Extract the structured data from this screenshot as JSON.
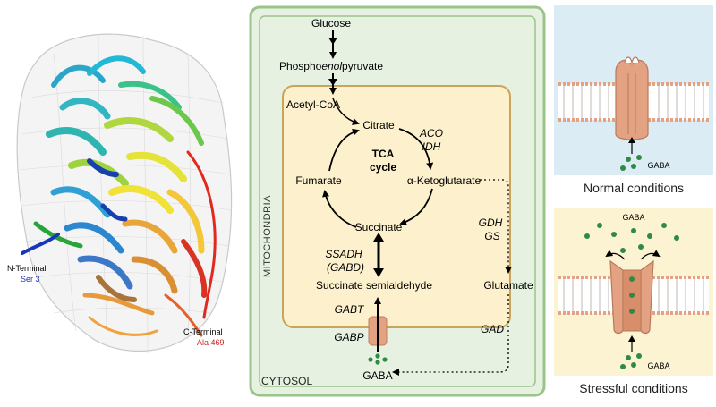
{
  "protein": {
    "n_terminal_label": "N-Terminal",
    "n_terminal_residue": "Ser 3",
    "c_terminal_label": "C-Terminal",
    "c_terminal_residue": "Ala 469"
  },
  "pathway": {
    "glucose": "Glucose",
    "pep_prefix": "Phospho",
    "pep_italic": "enol",
    "pep_suffix": "pyruvate",
    "acetyl_coa": "Acetyl-CoA",
    "citrate": "Citrate",
    "tca_line1": "TCA",
    "tca_line2": "cycle",
    "aco": "ACO",
    "idh": "IDH",
    "fumarate": "Fumarate",
    "akg": "α-Ketoglutarate",
    "succinate": "Succinate",
    "ssadh": "SSADH",
    "gabd": "(GABD)",
    "ssa": "Succinate semialdehyde",
    "gdh": "GDH",
    "gs": "GS",
    "glutamate": "Glutamate",
    "gabt": "GABT",
    "gabp": "GABP",
    "gad": "GAD",
    "gaba": "GABA",
    "mitochondria": "MITOCHONDRIA",
    "cytosol": "CYTOSOL"
  },
  "membrane": {
    "normal_gaba": "GABA",
    "normal_caption": "Normal conditions",
    "stress_gaba_top": "GABA",
    "stress_gaba_bottom": "GABA",
    "stress_caption": "Stressful conditions"
  },
  "colors": {
    "cytosol_fill": "#e6f1e1",
    "cytosol_border": "#9bc48a",
    "mito_fill": "#fdf0cc",
    "mito_border": "#c8a55a",
    "normal_bg": "#dcecf4",
    "stress_bg": "#fcf3d3",
    "channel": "#e3a383",
    "gaba_dot": "#2f8a45"
  }
}
